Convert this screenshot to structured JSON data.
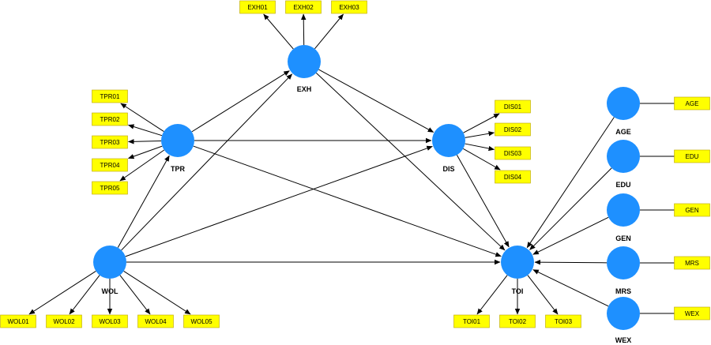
{
  "colors": {
    "construct": "#1E90FF",
    "indicator_fill": "#FFFF00",
    "indicator_border": "#B8A200",
    "edge": "#000000",
    "background": "#FFFFFF"
  },
  "constructs": [
    {
      "id": "EXH",
      "label": "EXH"
    },
    {
      "id": "TPR",
      "label": "TPR"
    },
    {
      "id": "DIS",
      "label": "DIS"
    },
    {
      "id": "WOL",
      "label": "WOL"
    },
    {
      "id": "TOI",
      "label": "TOI"
    },
    {
      "id": "AGE",
      "label": "AGE"
    },
    {
      "id": "EDU",
      "label": "EDU"
    },
    {
      "id": "GEN",
      "label": "GEN"
    },
    {
      "id": "MRS",
      "label": "MRS"
    },
    {
      "id": "WEX",
      "label": "WEX"
    }
  ],
  "indicators": [
    {
      "id": "EXH01",
      "label": "EXH01",
      "construct": "EXH"
    },
    {
      "id": "EXH02",
      "label": "EXH02",
      "construct": "EXH"
    },
    {
      "id": "EXH03",
      "label": "EXH03",
      "construct": "EXH"
    },
    {
      "id": "TPR01",
      "label": "TPR01",
      "construct": "TPR"
    },
    {
      "id": "TPR02",
      "label": "TPR02",
      "construct": "TPR"
    },
    {
      "id": "TPR03",
      "label": "TPR03",
      "construct": "TPR"
    },
    {
      "id": "TPR04",
      "label": "TPR04",
      "construct": "TPR"
    },
    {
      "id": "TPR05",
      "label": "TPR05",
      "construct": "TPR"
    },
    {
      "id": "DIS01",
      "label": "DIS01",
      "construct": "DIS"
    },
    {
      "id": "DIS02",
      "label": "DIS02",
      "construct": "DIS"
    },
    {
      "id": "DIS03",
      "label": "DIS03",
      "construct": "DIS"
    },
    {
      "id": "DIS04",
      "label": "DIS04",
      "construct": "DIS"
    },
    {
      "id": "WOL01",
      "label": "WOL01",
      "construct": "WOL"
    },
    {
      "id": "WOL02",
      "label": "WOL02",
      "construct": "WOL"
    },
    {
      "id": "WOL03",
      "label": "WOL03",
      "construct": "WOL"
    },
    {
      "id": "WOL04",
      "label": "WOL04",
      "construct": "WOL"
    },
    {
      "id": "WOL05",
      "label": "WOL05",
      "construct": "WOL"
    },
    {
      "id": "TOI01",
      "label": "TOI01",
      "construct": "TOI"
    },
    {
      "id": "TOI02",
      "label": "TOI02",
      "construct": "TOI"
    },
    {
      "id": "TOI03",
      "label": "TOI03",
      "construct": "TOI"
    },
    {
      "id": "AGE",
      "label": "AGE",
      "construct": "AGE"
    },
    {
      "id": "EDU",
      "label": "EDU",
      "construct": "EDU"
    },
    {
      "id": "GEN",
      "label": "GEN",
      "construct": "GEN"
    },
    {
      "id": "MRS",
      "label": "MRS",
      "construct": "MRS"
    },
    {
      "id": "WEX",
      "label": "WEX",
      "construct": "WEX"
    }
  ],
  "paths": [
    {
      "from": "TPR",
      "to": "EXH"
    },
    {
      "from": "TPR",
      "to": "DIS"
    },
    {
      "from": "TPR",
      "to": "TOI"
    },
    {
      "from": "EXH",
      "to": "DIS"
    },
    {
      "from": "EXH",
      "to": "TOI"
    },
    {
      "from": "DIS",
      "to": "TOI"
    },
    {
      "from": "WOL",
      "to": "TPR"
    },
    {
      "from": "WOL",
      "to": "EXH"
    },
    {
      "from": "WOL",
      "to": "DIS"
    },
    {
      "from": "WOL",
      "to": "TOI"
    },
    {
      "from": "AGE",
      "to": "TOI"
    },
    {
      "from": "EDU",
      "to": "TOI"
    },
    {
      "from": "GEN",
      "to": "TOI"
    },
    {
      "from": "MRS",
      "to": "TOI"
    },
    {
      "from": "WEX",
      "to": "TOI"
    }
  ]
}
